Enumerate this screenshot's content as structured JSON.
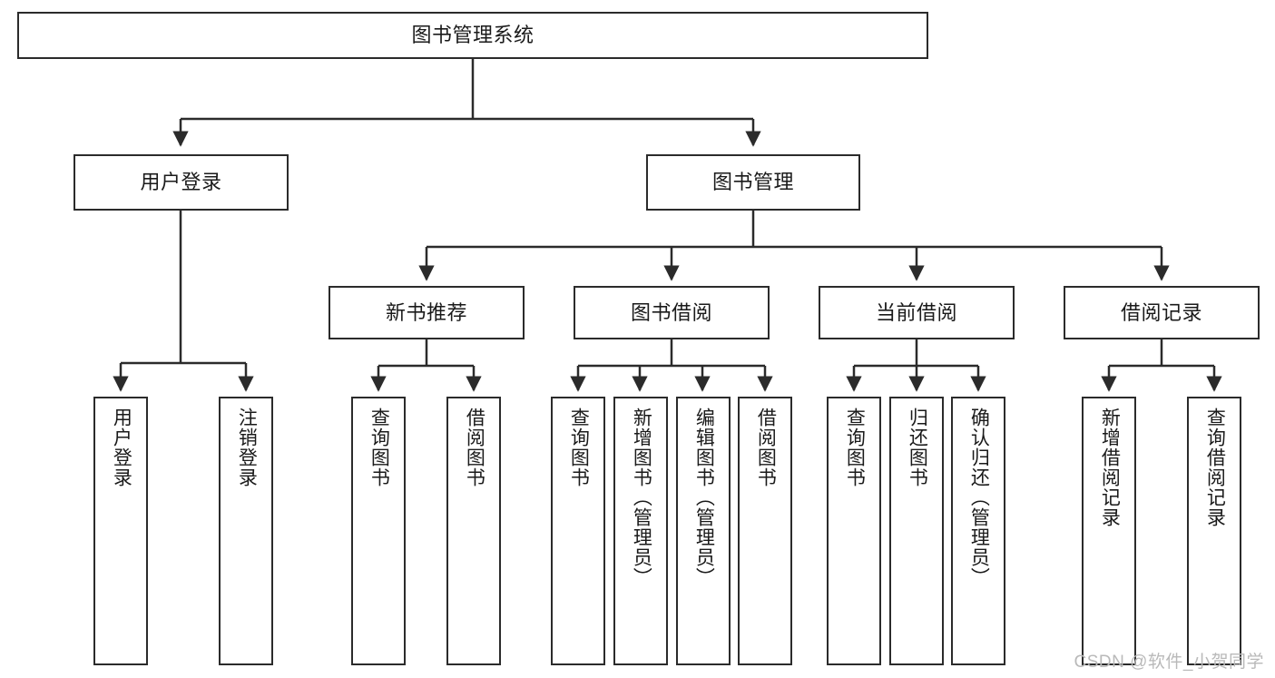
{
  "diagram": {
    "kind": "tree-diagram",
    "title": "图书管理系统",
    "colors": {
      "background": "#ffffff",
      "box_border": "#2b2b2b",
      "box_fill": "#ffffff",
      "text": "#1a1a1a",
      "connector": "#2b2b2b",
      "watermark": "#b9b9b9"
    },
    "watermark": "CSDN @软件_小贺同学",
    "root": {
      "label": "图书管理系统"
    },
    "level2": [
      {
        "id": "user-login",
        "label": "用户登录"
      },
      {
        "id": "book-manage",
        "label": "图书管理"
      }
    ],
    "level3": [
      {
        "id": "new-book-recommend",
        "label": "新书推荐",
        "parent": "book-manage"
      },
      {
        "id": "book-borrow",
        "label": "图书借阅",
        "parent": "book-manage"
      },
      {
        "id": "current-borrow",
        "label": "当前借阅",
        "parent": "book-manage"
      },
      {
        "id": "borrow-record",
        "label": "借阅记录",
        "parent": "book-manage"
      }
    ],
    "leaves": [
      {
        "id": "leaf-user-login",
        "label": "用户登录",
        "parent": "user-login"
      },
      {
        "id": "leaf-user-logout",
        "label": "注销登录",
        "parent": "user-login"
      },
      {
        "id": "leaf-query-book-1",
        "label": "查询图书",
        "parent": "new-book-recommend"
      },
      {
        "id": "leaf-borrow-book-1",
        "label": "借阅图书",
        "parent": "new-book-recommend"
      },
      {
        "id": "leaf-query-book-2",
        "label": "查询图书",
        "parent": "book-borrow"
      },
      {
        "id": "leaf-add-book",
        "label": "新增图书（管理员）",
        "parent": "book-borrow"
      },
      {
        "id": "leaf-edit-book",
        "label": "编辑图书（管理员）",
        "parent": "book-borrow"
      },
      {
        "id": "leaf-borrow-book-2",
        "label": "借阅图书",
        "parent": "book-borrow"
      },
      {
        "id": "leaf-query-book-3",
        "label": "查询图书",
        "parent": "current-borrow"
      },
      {
        "id": "leaf-return-book",
        "label": "归还图书",
        "parent": "current-borrow"
      },
      {
        "id": "leaf-confirm-return",
        "label": "确认归还（管理员）",
        "parent": "current-borrow"
      },
      {
        "id": "leaf-add-record",
        "label": "新增借阅记录",
        "parent": "borrow-record"
      },
      {
        "id": "leaf-query-record",
        "label": "查询借阅记录",
        "parent": "borrow-record"
      }
    ]
  }
}
